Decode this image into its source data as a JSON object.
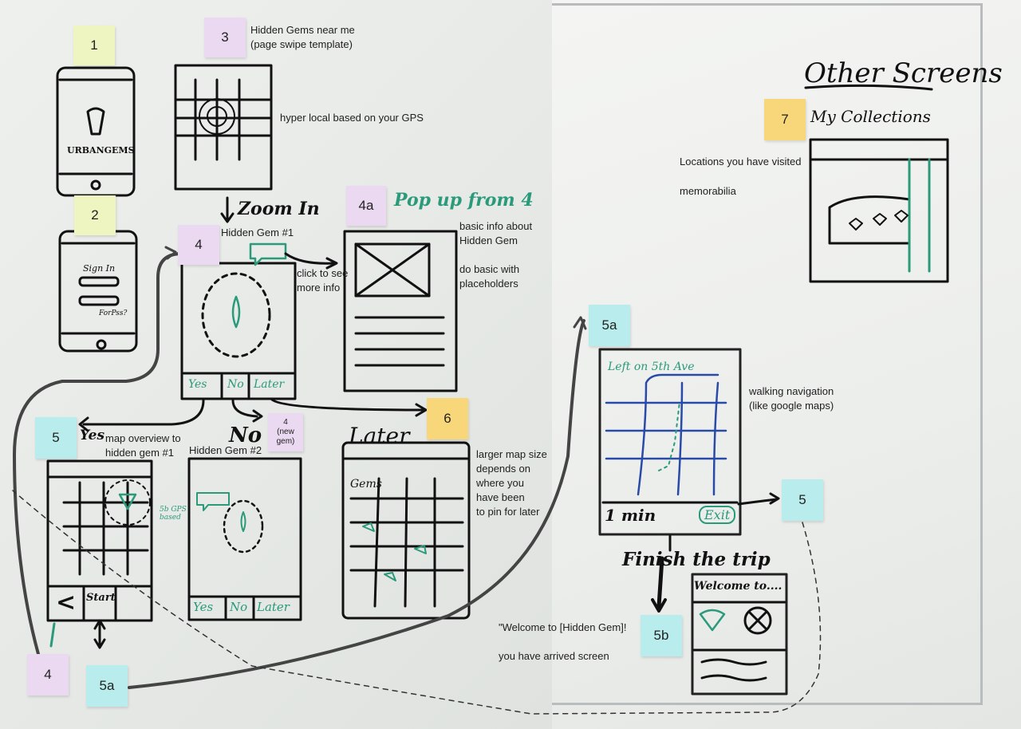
{
  "stickies": {
    "s1": "1",
    "s2": "2",
    "s3": "3",
    "s4": "4",
    "s4a": "4a",
    "s5_left": "5",
    "s4_new_num": "4",
    "s4_new_label": "(new gem)",
    "s6": "6",
    "s4_bottom": "4",
    "s5a_bottom": "5a",
    "s5a_right": "5a",
    "s5_right": "5",
    "s5b": "5b",
    "s7": "7"
  },
  "notes": {
    "hidden_gems_near_me": "Hidden Gems near me\n(page swipe template)",
    "hyper_local": "hyper local based on your GPS",
    "hidden_gem_1": "Hidden Gem #1",
    "click_more_info": "click to see\nmore info",
    "basic_info": "basic info about\nHidden Gem",
    "placeholders": "do basic with\nplaceholders",
    "map_overview": "map overview to\nhidden gem #1",
    "hidden_gem_2": "Hidden Gem #2",
    "larger_map": "larger map size\ndepends on\nwhere you\nhave been\nto pin for later",
    "walking_nav": "walking navigation\n(like google maps)",
    "locations_visited": "Locations you have visited",
    "memorabilia": "memorabilia",
    "welcome_quote": "\"Welcome to [Hidden Gem]!",
    "arrived": "you have arrived screen"
  },
  "handwriting": {
    "other_screens": "Other Screens",
    "my_collections": "My Collections",
    "zoom_in": "Zoom In",
    "popup_from_4": "Pop up from 4",
    "yes": "Yes",
    "no": "No",
    "later": "Later",
    "finish_trip": "Finish the trip",
    "urbangems": "URBANGEMS",
    "sign_in": "Sign In",
    "forgot": "ForPss?",
    "gems": "Gems",
    "left_on_5th": "Left on 5th Ave",
    "min": "1 min",
    "exit": "Exit",
    "welcome_to": "Welcome to....",
    "btn_yes": "Yes",
    "btn_no": "No",
    "btn_later": "Later",
    "btn_yes2": "Yes",
    "btn_no2": "No",
    "btn_later2": "Later",
    "back": "<",
    "start": "Start",
    "gps_5b": "5b GPS based"
  },
  "colors": {
    "sticky_yellow": "#eef5c0",
    "sticky_purple": "#ead9f0",
    "sticky_cyan": "#b9ecec",
    "sticky_orange": "#f7d77a",
    "ink_black": "#111111",
    "ink_green": "#2a9a7a",
    "ink_blue": "#2a4aa8"
  }
}
